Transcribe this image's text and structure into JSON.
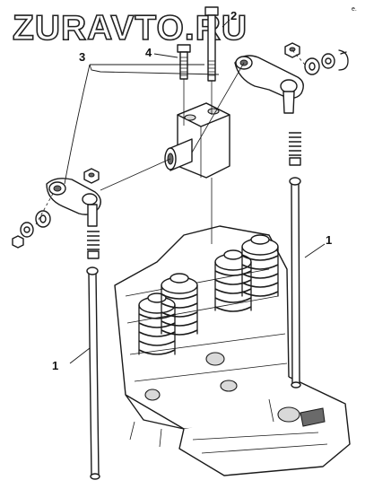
{
  "watermark": "ZURAVTO.RU",
  "corner_mark": "e.",
  "callouts": [
    {
      "label": "1"
    },
    {
      "label": "1"
    },
    {
      "label": "2"
    },
    {
      "label": "3"
    },
    {
      "label": "4"
    }
  ]
}
